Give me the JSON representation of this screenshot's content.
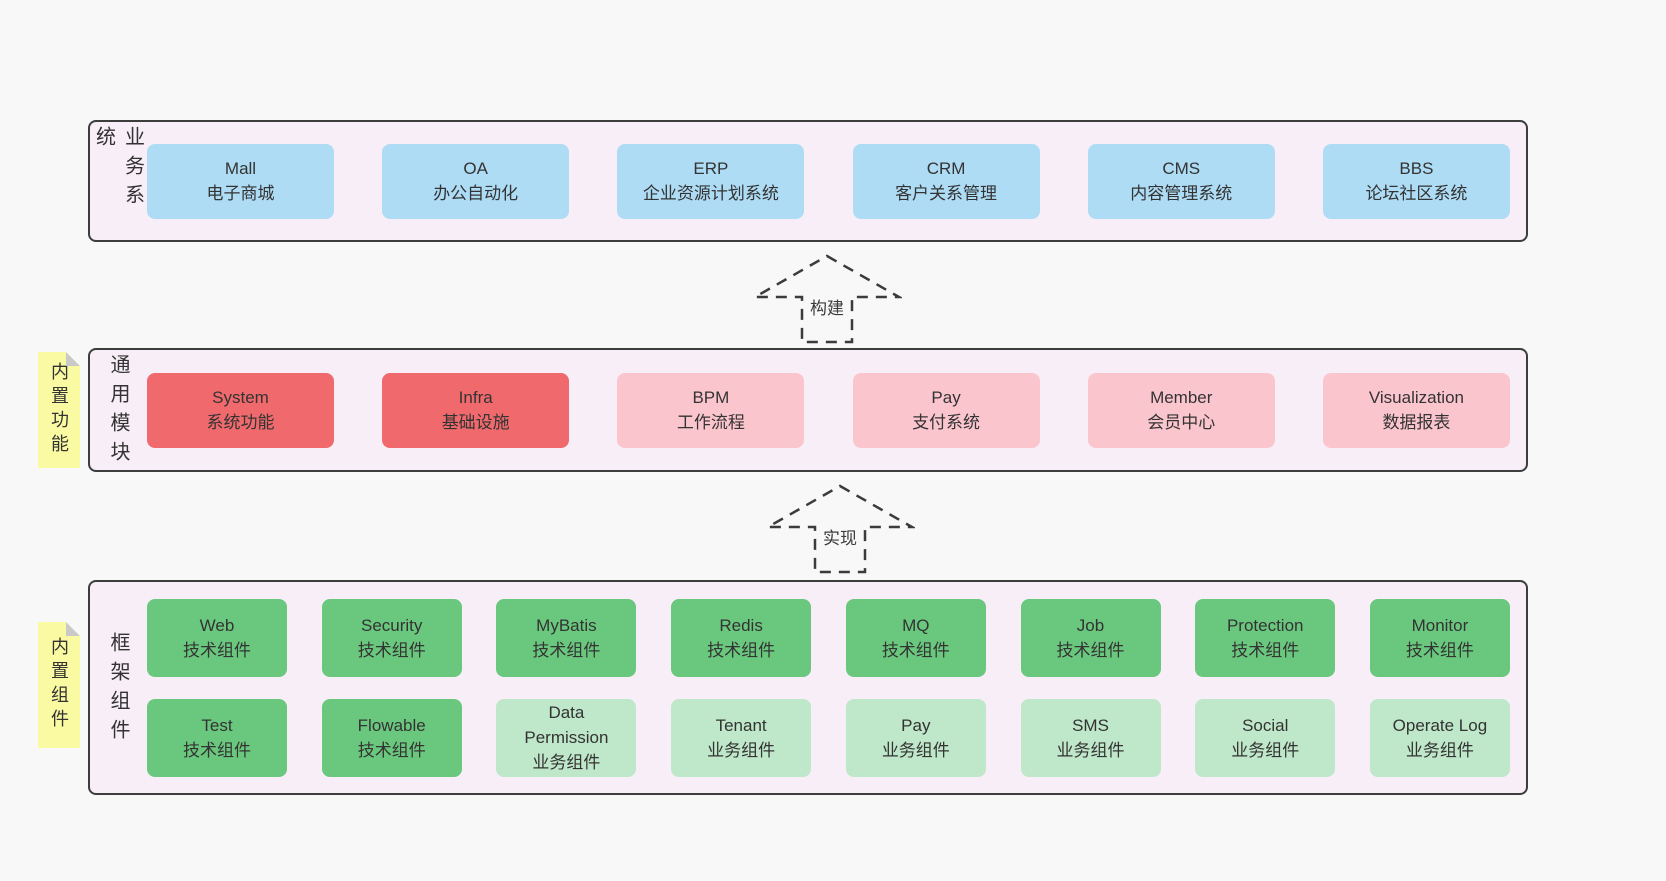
{
  "colors": {
    "page_bg": "#f8f8f8",
    "panel_bg": "#f8eef7",
    "panel_border": "#3d3d3d",
    "blue": "#aedcf5",
    "red": "#f0696c",
    "pink": "#fbc5ce",
    "green": "#6ac87e",
    "green_light": "#bfe7c9",
    "sticky_yellow": "#fafaa3"
  },
  "stickies": [
    {
      "text": "内置功能"
    },
    {
      "text": "内置组件"
    }
  ],
  "arrows": [
    {
      "label": "构建"
    },
    {
      "label": "实现"
    }
  ],
  "layers": {
    "business": {
      "label": "业务系统",
      "boxes": [
        {
          "en": "Mall",
          "zh": "电子商城"
        },
        {
          "en": "OA",
          "zh": "办公自动化"
        },
        {
          "en": "ERP",
          "zh": "企业资源计划系统"
        },
        {
          "en": "CRM",
          "zh": "客户关系管理"
        },
        {
          "en": "CMS",
          "zh": "内容管理系统"
        },
        {
          "en": "BBS",
          "zh": "论坛社区系统"
        }
      ]
    },
    "modules": {
      "label": "通用模块",
      "boxes": [
        {
          "en": "System",
          "zh": "系统功能",
          "variant": "red"
        },
        {
          "en": "Infra",
          "zh": "基础设施",
          "variant": "red"
        },
        {
          "en": "BPM",
          "zh": "工作流程",
          "variant": "pink"
        },
        {
          "en": "Pay",
          "zh": "支付系统",
          "variant": "pink"
        },
        {
          "en": "Member",
          "zh": "会员中心",
          "variant": "pink"
        },
        {
          "en": "Visualization",
          "zh": "数据报表",
          "variant": "pink"
        }
      ]
    },
    "components": {
      "label": "框架组件",
      "row1": [
        {
          "en": "Web",
          "zh": "技术组件",
          "variant": "green"
        },
        {
          "en": "Security",
          "zh": "技术组件",
          "variant": "green"
        },
        {
          "en": "MyBatis",
          "zh": "技术组件",
          "variant": "green"
        },
        {
          "en": "Redis",
          "zh": "技术组件",
          "variant": "green"
        },
        {
          "en": "MQ",
          "zh": "技术组件",
          "variant": "green"
        },
        {
          "en": "Job",
          "zh": "技术组件",
          "variant": "green"
        },
        {
          "en": "Protection",
          "zh": "技术组件",
          "variant": "green"
        },
        {
          "en": "Monitor",
          "zh": "技术组件",
          "variant": "green"
        }
      ],
      "row2": [
        {
          "en": "Test",
          "zh": "技术组件",
          "variant": "green"
        },
        {
          "en": "Flowable",
          "zh": "技术组件",
          "variant": "green"
        },
        {
          "en": "Data Permission",
          "zh": "业务组件",
          "variant": "green-light"
        },
        {
          "en": "Tenant",
          "zh": "业务组件",
          "variant": "green-light"
        },
        {
          "en": "Pay",
          "zh": "业务组件",
          "variant": "green-light"
        },
        {
          "en": "SMS",
          "zh": "业务组件",
          "variant": "green-light"
        },
        {
          "en": "Social",
          "zh": "业务组件",
          "variant": "green-light"
        },
        {
          "en": "Operate Log",
          "zh": "业务组件",
          "variant": "green-light"
        }
      ]
    }
  }
}
